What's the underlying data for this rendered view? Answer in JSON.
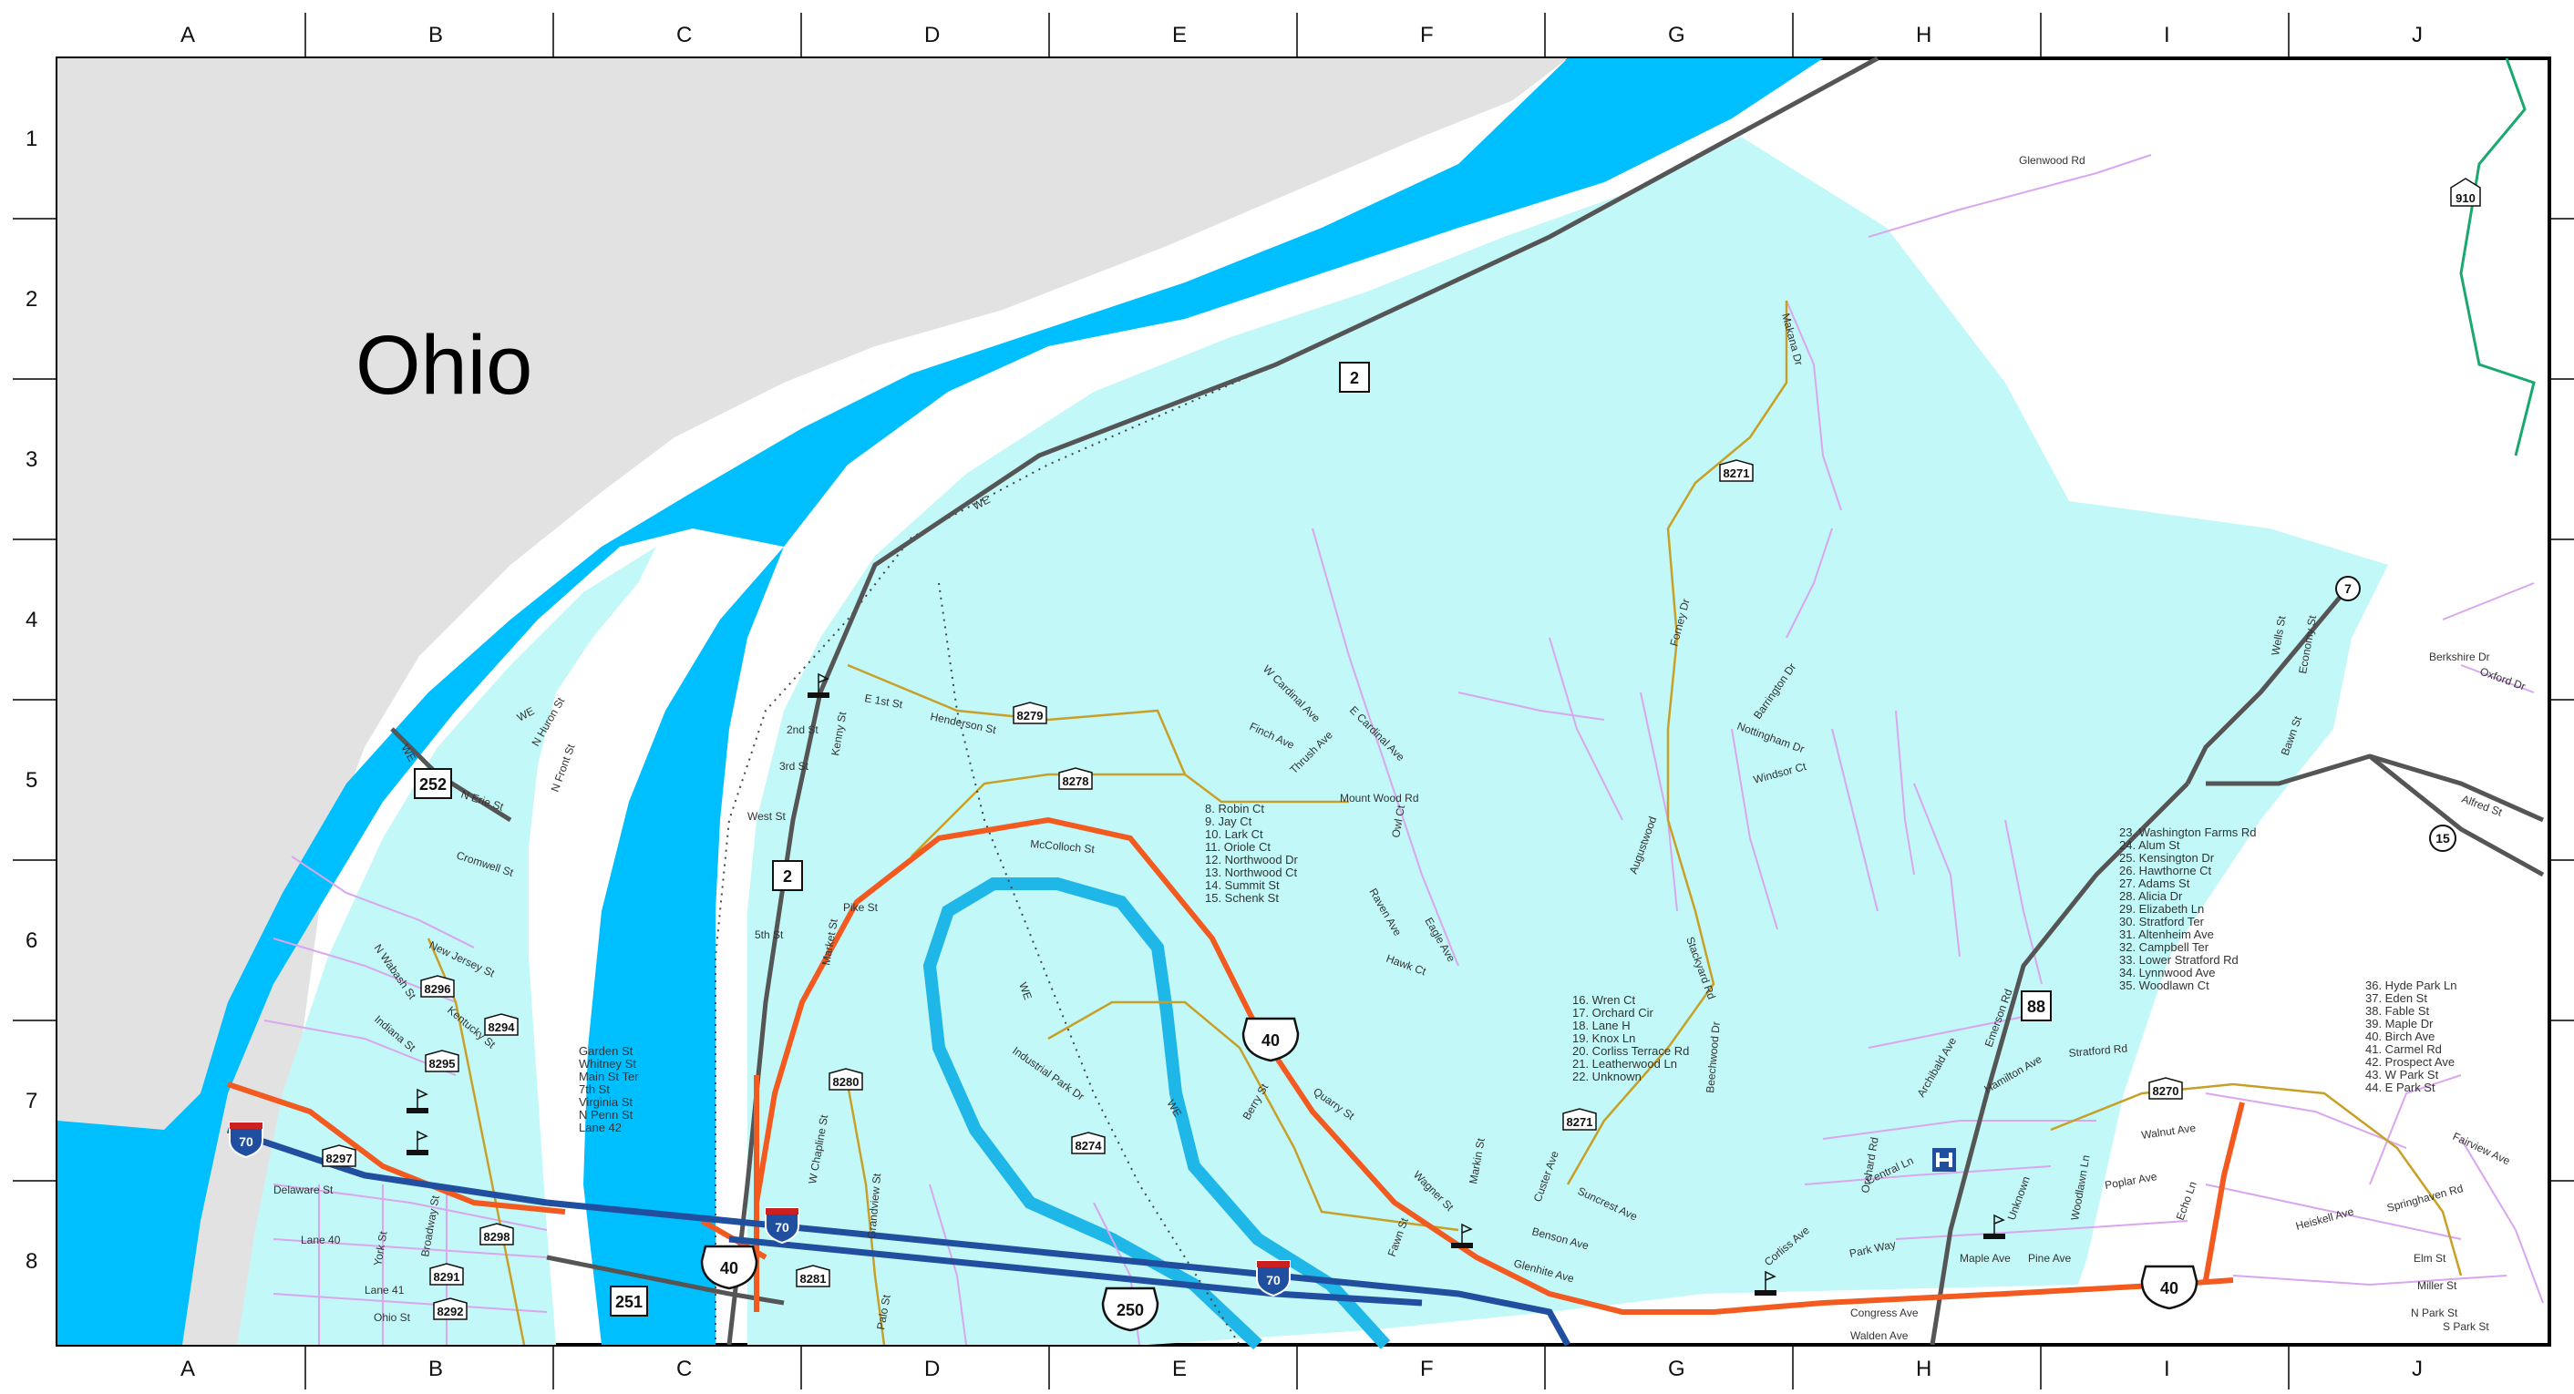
{
  "map": {
    "state_label": "Ohio",
    "grid": {
      "columns": [
        "A",
        "B",
        "C",
        "D",
        "E",
        "F",
        "G",
        "H",
        "I",
        "J"
      ],
      "rows": [
        "1",
        "2",
        "3",
        "4",
        "5",
        "6",
        "7",
        "8"
      ]
    },
    "shields": {
      "interstate": [
        "70",
        "70",
        "70"
      ],
      "us": [
        "40",
        "40",
        "40",
        "250"
      ],
      "state": [
        "2",
        "2",
        "252",
        "251",
        "88"
      ],
      "state_round": [
        "7",
        "15"
      ],
      "county": [
        "8279",
        "8278",
        "8271",
        "8296",
        "8295",
        "8294",
        "8297",
        "8298",
        "8291",
        "8292",
        "8280",
        "8274",
        "8281",
        "8270",
        "8271",
        "910"
      ]
    },
    "rail_label": "WE",
    "legend_center": [
      "8.  Robin Ct",
      "9.  Jay Ct",
      "10.  Lark Ct",
      "11.  Oriole Ct",
      "12.  Northwood Dr",
      "13.  Northwood Ct",
      "14.  Summit St",
      "15.  Schenk St"
    ],
    "legend_g": [
      "16.  Wren Ct",
      "17.  Orchard Cir",
      "18.  Lane H",
      "19.  Knox Ln",
      "20.  Corliss Terrace Rd",
      "21.  Leatherwood Ln",
      "22.  Unknown"
    ],
    "legend_h": [
      "23.  Washington Farms Rd",
      "24.  Alum St",
      "25.  Kensington Dr",
      "26.  Hawthorne Ct",
      "27.  Adams St",
      "28.  Alicia Dr",
      "29.  Elizabeth Ln",
      "30.  Stratford Ter",
      "31.  Altenheim Ave",
      "32.  Campbell Ter",
      "33.  Lower Stratford Rd",
      "34.  Lynnwood Ave",
      "35.  Woodlawn Ct"
    ],
    "legend_j": [
      "36.  Hyde Park Ln",
      "37.  Eden St",
      "38.  Fable St",
      "39.  Maple Dr",
      "40.  Birch Ave",
      "41.  Carmel Rd",
      "42.  Prospect Ave",
      "43.  W Park St",
      "44.  E Park St"
    ],
    "legend_island": [
      "Garden St",
      "Whitney St",
      "Main St Ter",
      "7th St",
      "Virginia St",
      "N Penn St",
      "Lane 42"
    ],
    "streets": {
      "glenwood": "Glenwood Rd",
      "henderson": "Henderson St",
      "first": "E 1st St",
      "mountwood": "Mount Wood Rd",
      "mccolloch": "McColloch St",
      "pike": "Pike St",
      "fifth": "5th St",
      "west": "West St",
      "third": "3rd St",
      "second": "2nd St",
      "kenny": "Kenny St",
      "market": "Market St",
      "chapline": "W Chapline St",
      "industrial": "Industrial Park Dr",
      "quarry": "Quarry St",
      "berry": "Berry St",
      "wagner": "Wagner St",
      "markin": "Markin St",
      "custer": "Custer Ave",
      "suncrest": "Suncrest Ave",
      "glenhite": "Glenhite Ave",
      "benson": "Benson Ave",
      "forney": "Forney Dr",
      "augustwood": "Augustwood",
      "stackyard": "Stackyard Rd",
      "beechwood": "Beechwood Dr",
      "windsor": "Windsor Ct",
      "barrington": "Barrington Dr",
      "nottingham": "Nottingham Dr",
      "makana": "Makana Dr",
      "parkway": "Park Way",
      "maple": "Maple Ave",
      "pine": "Pine Ave",
      "poplar": "Poplar Ave",
      "walnut": "Walnut Ave",
      "central": "Central Ln",
      "orchard": "Orchard Rd",
      "emerson": "Emerson Rd",
      "hamilton": "Hamilton Ave",
      "archibald": "Archibald Ave",
      "woodlawn": "Woodlawn Ln",
      "stratford": "Stratford Rd",
      "echo": "Echo Ln",
      "heiskell": "Heiskell Ave",
      "springhaven": "Springhaven Rd",
      "elm": "Elm St",
      "miller": "Miller St",
      "npark": "N Park St",
      "spark": "S Park St",
      "fairview": "Fairview Ave",
      "berkshire": "Berkshire Dr",
      "oxford": "Oxford Dr",
      "alfred": "Alfred St",
      "wells": "Wells St",
      "economy": "Economy St",
      "bawn": "Bawn St",
      "delaware": "Delaware St",
      "cromwell": "Cromwell St",
      "newjersey": "New Jersey St",
      "kentucky": "Kentucky St",
      "indiana": "Indiana St",
      "nwabash": "N Wabash St",
      "nerie": "N Erie St",
      "nfront": "N Front St",
      "nhuron": "N Huron St",
      "ohio": "Ohio St",
      "lane40": "Lane 40",
      "lane41": "Lane 41",
      "york": "York St",
      "broadway": "Broadway St",
      "fawn": "Fawn St",
      "eagle": "Eagle Ave",
      "raven": "Raven Ave",
      "hawk": "Hawk Ct",
      "owl": "Owl Ct",
      "wcardinal": "W Cardinal Ave",
      "ecardinal": "E Cardinal Ave",
      "finch": "Finch Ave",
      "thrush": "Thrush Ave",
      "corliss": "Corliss Ave",
      "congress": "Congress Ave",
      "walden": "Walden Ave",
      "palo": "Palo St",
      "grandview": "Grandview St",
      "unknown": "Unknown"
    }
  },
  "colors": {
    "river": "#00bfff",
    "land_shaded": "#c2f8f8",
    "ohio_land": "#e2e2e2",
    "us_route": "#f25a1f",
    "interstate": "#1f4f9e",
    "state_road": "#555555",
    "county_road": "#c8a028",
    "local_street": "#d9a6ef",
    "frame": "#000000"
  }
}
